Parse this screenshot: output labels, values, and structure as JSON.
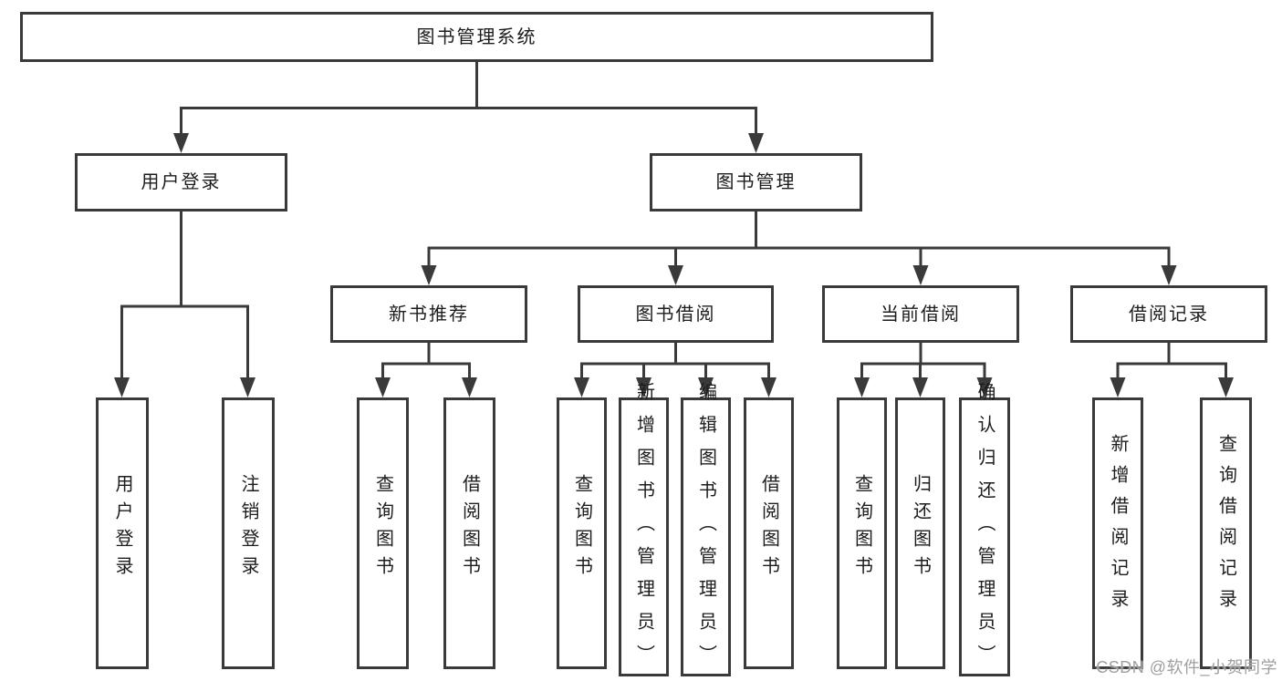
{
  "diagram": {
    "type": "hierarchy-tree",
    "root": {
      "label": "图书管理系统",
      "children": [
        {
          "label": "用户登录",
          "children": [
            {
              "label": "用户登录"
            },
            {
              "label": "注销登录"
            }
          ]
        },
        {
          "label": "图书管理",
          "children": [
            {
              "label": "新书推荐",
              "children": [
                {
                  "label": "查询图书"
                },
                {
                  "label": "借阅图书"
                }
              ]
            },
            {
              "label": "图书借阅",
              "children": [
                {
                  "label": "查询图书"
                },
                {
                  "label": "新增图书（管理员）"
                },
                {
                  "label": "编辑图书（管理员）"
                },
                {
                  "label": "借阅图书"
                }
              ]
            },
            {
              "label": "当前借阅",
              "children": [
                {
                  "label": "查询图书"
                },
                {
                  "label": "归还图书"
                },
                {
                  "label": "确认归还（管理员）"
                }
              ]
            },
            {
              "label": "借阅记录",
              "children": [
                {
                  "label": "新增借阅记录"
                },
                {
                  "label": "查询借阅记录"
                }
              ]
            }
          ]
        }
      ]
    }
  },
  "colors": {
    "line": "#3a3a3a",
    "box_border": "#3a3a3a",
    "text": "#1c1c1c",
    "watermark": "#9f9f9f",
    "background": "#ffffff"
  },
  "watermark": "CSDN @软件_小贺同学"
}
